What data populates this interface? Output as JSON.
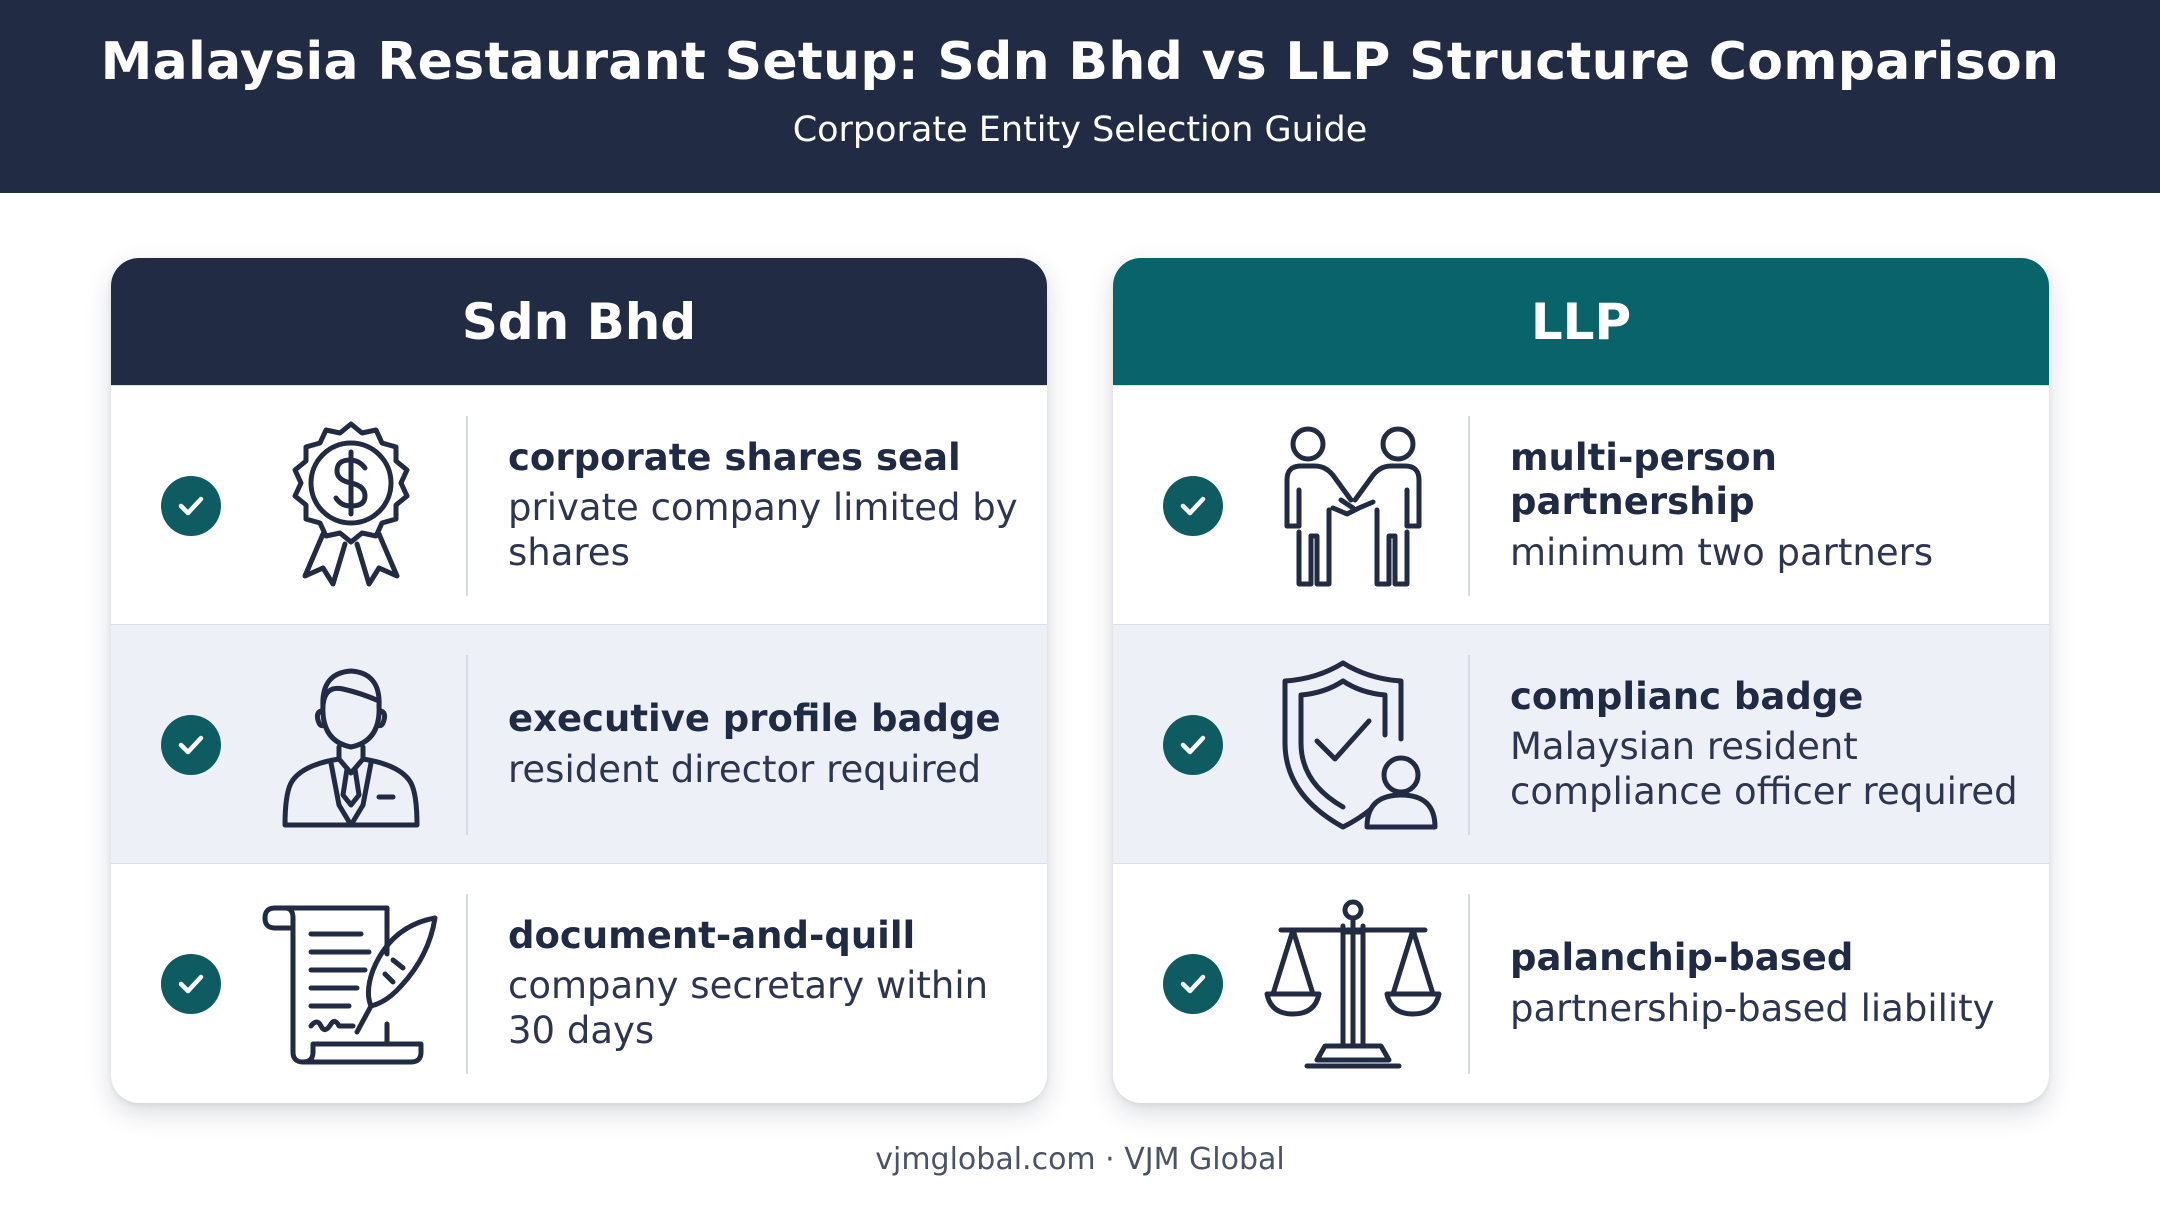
{
  "header": {
    "title": "Malaysia Restaurant Setup: Sdn Bhd vs LLP Structure Comparison",
    "subtitle": "Corporate Entity Selection Guide"
  },
  "colors": {
    "navy": "#222b44",
    "teal": "#08636a",
    "check": "#0e5c62",
    "shaded_row": "#edf0f6"
  },
  "columns": [
    {
      "heading": "Sdn Bhd",
      "rows": [
        {
          "icon": "dollar-seal-icon",
          "title": "corporate shares seal",
          "desc": "private company limited by shares"
        },
        {
          "icon": "executive-profile-icon",
          "title": "executive profile badge",
          "desc": "resident director required"
        },
        {
          "icon": "document-quill-icon",
          "title": "document-and-quill",
          "desc": "company secretary within 30 days"
        }
      ]
    },
    {
      "heading": "LLP",
      "rows": [
        {
          "icon": "handshake-partners-icon",
          "title": "multi-person partnership",
          "desc": "minimum two partners"
        },
        {
          "icon": "shield-check-person-icon",
          "title": "complianc badge",
          "desc": "Malaysian resident compliance officer required"
        },
        {
          "icon": "balance-scale-icon",
          "title": "palanchip-based",
          "desc": "partnership-based liability"
        }
      ]
    }
  ],
  "footer": "vjmglobal.com · VJM Global"
}
